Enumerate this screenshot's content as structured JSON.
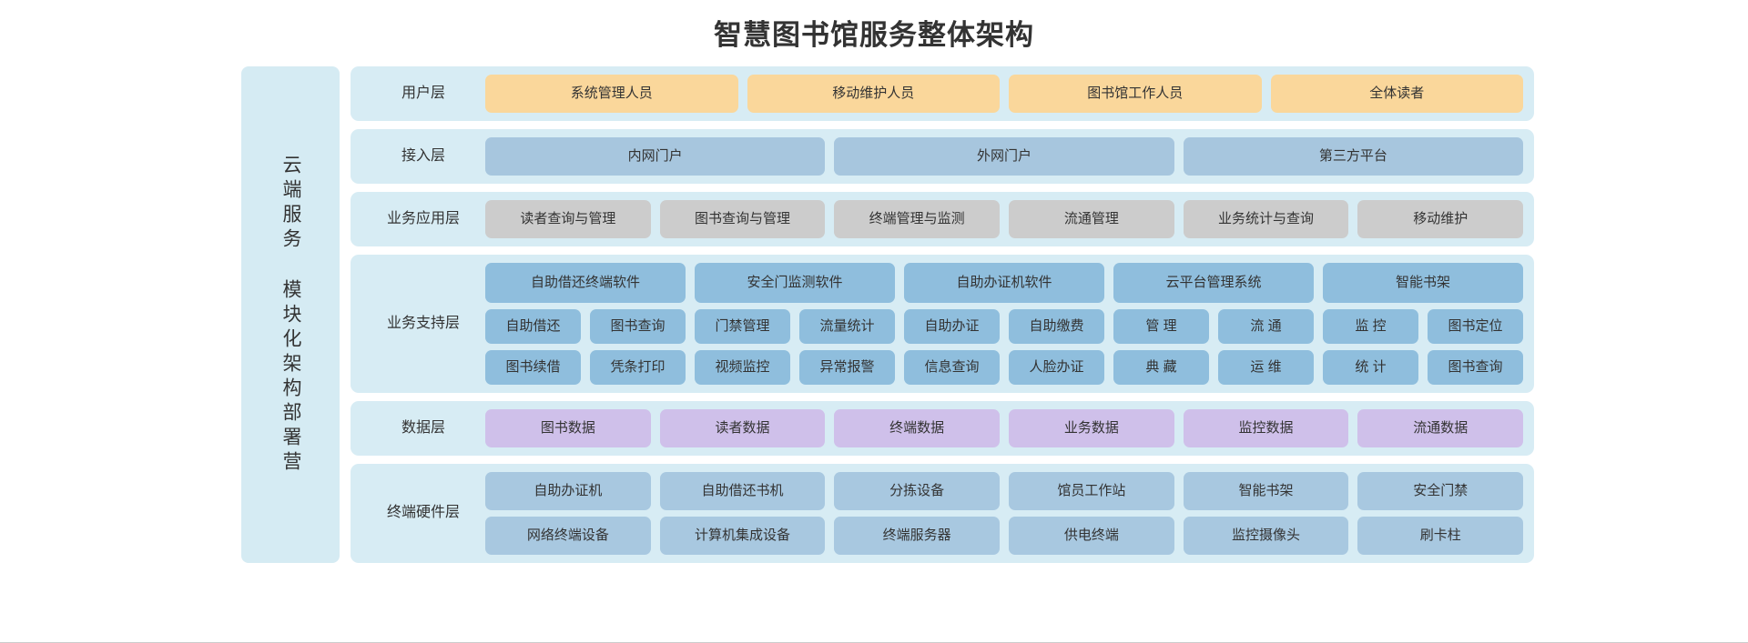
{
  "title": "智慧图书馆服务整体架构",
  "cloud_bar": {
    "label": "云端服务 模块化架构部署营"
  },
  "colors": {
    "panel_bg": "#d7ecf4",
    "user_cell": "#fad79b",
    "access_cell": "#a7c6de",
    "app_cell": "#cccccc",
    "support_cell": "#8fbedd",
    "data_cell": "#cfc0ea",
    "hardware_cell": "#a8c8e0",
    "text": "#333333"
  },
  "layers": [
    {
      "label": "用户层",
      "style": "orange",
      "rows": [
        {
          "cells": [
            "系统管理人员",
            "移动维护人员",
            "图书馆工作人员",
            "全体读者"
          ]
        }
      ]
    },
    {
      "label": "接入层",
      "style": "blue",
      "rows": [
        {
          "cells": [
            "内网门户",
            "外网门户",
            "第三方平台"
          ]
        }
      ]
    },
    {
      "label": "业务应用层",
      "style": "gray",
      "rows": [
        {
          "cells": [
            "读者查询与管理",
            "图书查询与管理",
            "终端管理与监测",
            "流通管理",
            "业务统计与查询",
            "移动维护"
          ]
        }
      ]
    },
    {
      "label": "业务支持层",
      "style": "support",
      "rows": [
        {
          "cells": [
            "自助借还终端软件",
            "安全门监测软件",
            "自助办证机软件",
            "云平台管理系统",
            "智能书架"
          ]
        },
        {
          "cells": [
            "自助借还",
            "图书查询",
            "门禁管理",
            "流量统计",
            "自助办证",
            "自助缴费",
            "管 理",
            "流 通",
            "监 控",
            "图书定位"
          ]
        },
        {
          "cells": [
            "图书续借",
            "凭条打印",
            "视频监控",
            "异常报警",
            "信息查询",
            "人脸办证",
            "典 藏",
            "运 维",
            "统 计",
            "图书查询"
          ]
        }
      ]
    },
    {
      "label": "数据层",
      "style": "purple",
      "rows": [
        {
          "cells": [
            "图书数据",
            "读者数据",
            "终端数据",
            "业务数据",
            "监控数据",
            "流通数据"
          ]
        }
      ]
    },
    {
      "label": "终端硬件层",
      "style": "hw",
      "rows": [
        {
          "cells": [
            "自助办证机",
            "自助借还书机",
            "分拣设备",
            "馆员工作站",
            "智能书架",
            "安全门禁"
          ]
        },
        {
          "cells": [
            "网络终端设备",
            "计算机集成设备",
            "终端服务器",
            "供电终端",
            "监控摄像头",
            "刷卡柱"
          ]
        }
      ]
    }
  ]
}
